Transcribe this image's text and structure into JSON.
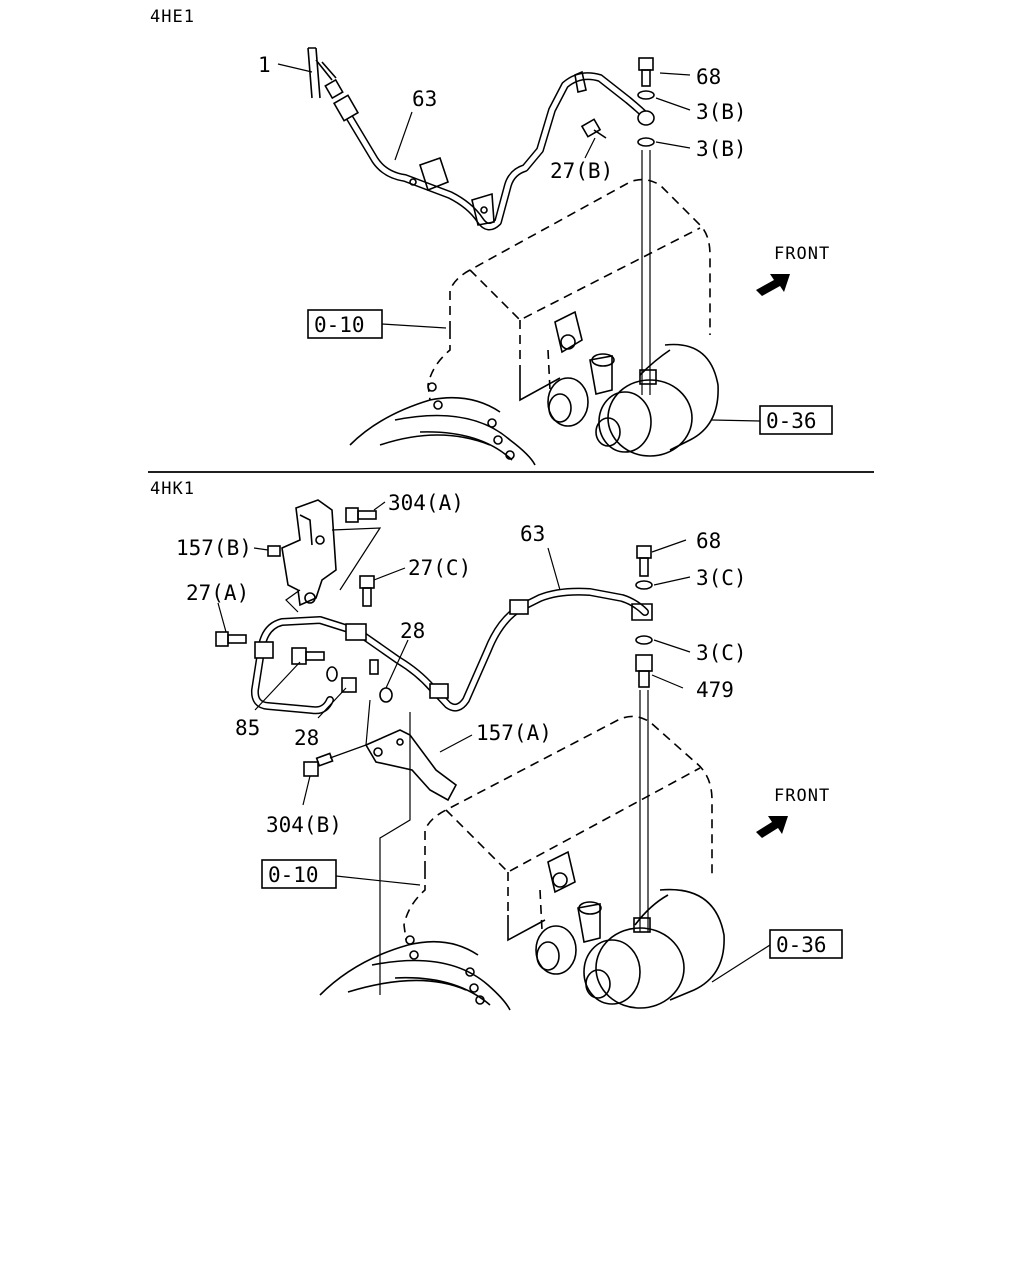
{
  "sections": [
    {
      "model": "4HE1",
      "front_label": "FRONT",
      "refs": [
        "0-10",
        "0-36"
      ],
      "callouts": [
        "1",
        "63",
        "68",
        "3(B)",
        "3(B)",
        "27(B)"
      ]
    },
    {
      "model": "4HK1",
      "front_label": "FRONT",
      "refs": [
        "0-10",
        "0-36"
      ],
      "callouts": [
        "304(A)",
        "157(B)",
        "27(C)",
        "63",
        "68",
        "3(C)",
        "27(A)",
        "28",
        "3(C)",
        "479",
        "85",
        "28",
        "157(A)",
        "304(B)"
      ]
    }
  ]
}
